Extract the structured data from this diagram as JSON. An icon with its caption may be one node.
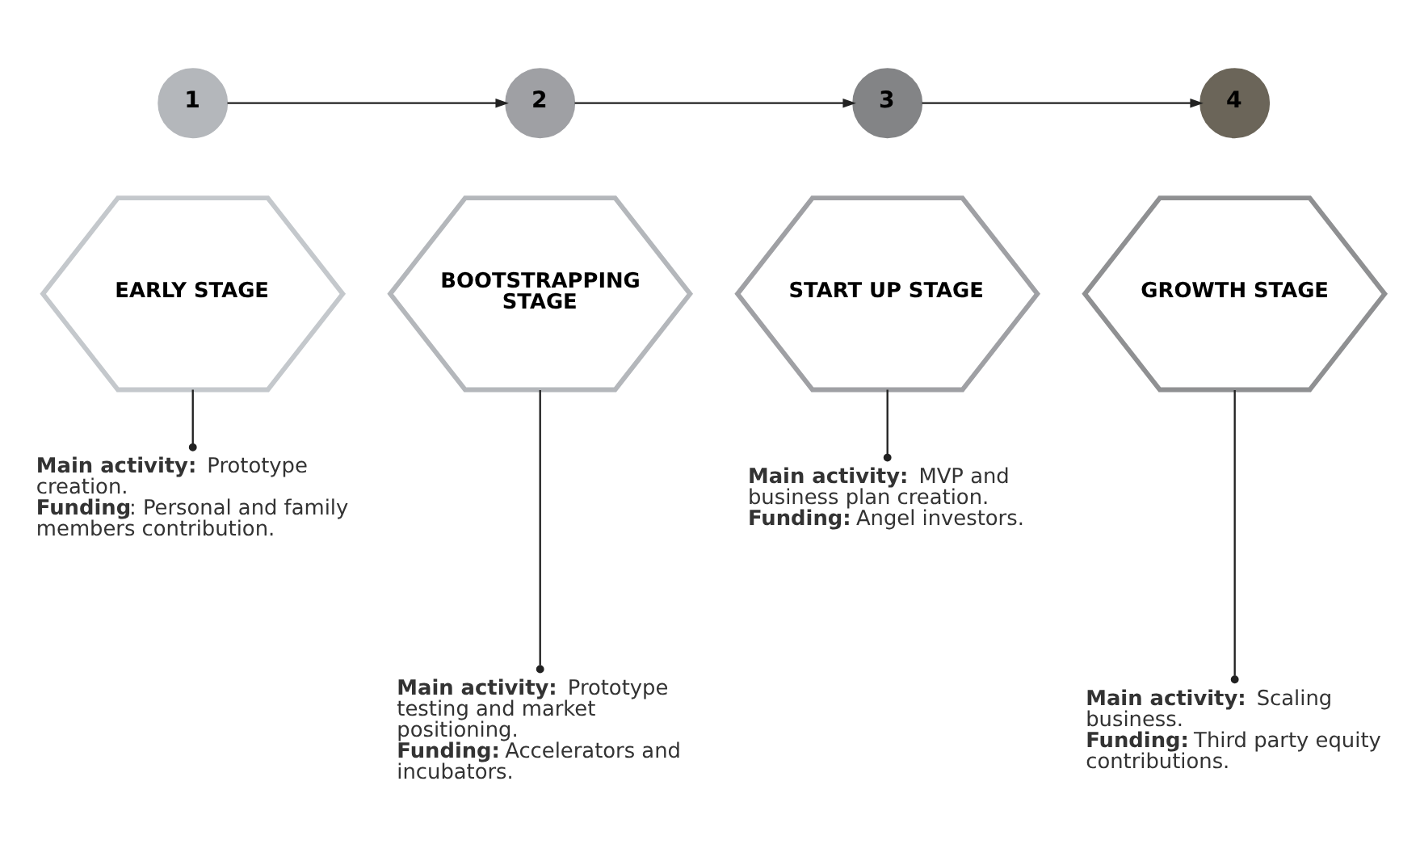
{
  "diagram": {
    "nodes": [
      {
        "text": [
          "1"
        ]
      },
      {
        "text": [
          "2"
        ]
      },
      {
        "text": [
          "3"
        ]
      },
      {
        "text": [
          "4"
        ]
      },
      {
        "text": [
          "EARLY STAGE"
        ]
      },
      {
        "text": [
          "BOOTSTRAPPING STAGE"
        ]
      },
      {
        "text": [
          "START UP STAGE"
        ]
      },
      {
        "text": [
          "GROWTH STAGE"
        ]
      },
      {
        "text": [
          "**Main activity:** Prototype creation.",
          "**Funding**: Personal and family members contribution."
        ]
      },
      {
        "text": [
          "**Main activity:** Prototype testing and market positioning.",
          "**Funding:** Accelerators and incubators."
        ]
      },
      {
        "text": [
          "**Main activity:** MVP and business plan creation.",
          "**Funding:** Angel investors."
        ]
      },
      {
        "text": [
          "**Main activity:** Scaling business.",
          "**Funding:** Third party equity contributions."
        ]
      }
    ],
    "edges": [
      {
        "from": 0,
        "to": 1,
        "arrow": "to"
      },
      {
        "from": 1,
        "to": 2,
        "arrow": "to"
      },
      {
        "from": 2,
        "to": 3,
        "arrow": "to"
      },
      {
        "from": 4,
        "to": 8,
        "arrow": "other"
      },
      {
        "from": 5,
        "to": 9,
        "arrow": "other"
      },
      {
        "from": 6,
        "to": 10,
        "arrow": "other"
      },
      {
        "from": 7,
        "to": 11,
        "arrow": "other"
      }
    ]
  }
}
